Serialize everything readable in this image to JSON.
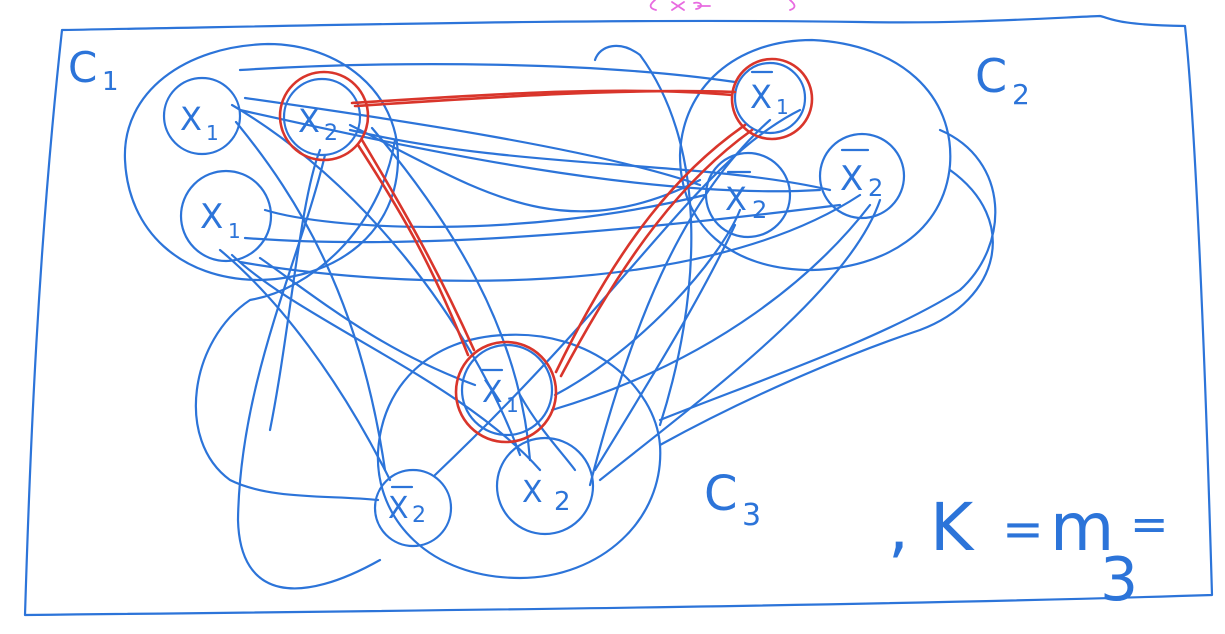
{
  "clusters": {
    "c1": {
      "label": "C",
      "sub": "1"
    },
    "c2": {
      "label": "C",
      "sub": "2"
    },
    "c3": {
      "label": "C",
      "sub": "3"
    }
  },
  "vertices": {
    "c1_top_left": {
      "var": "X",
      "sub": "1",
      "negated": false
    },
    "c1_top_right": {
      "var": "X",
      "sub": "2",
      "negated": false
    },
    "c1_bottom": {
      "var": "X",
      "sub": "1",
      "negated": false
    },
    "c2_top": {
      "var": "X",
      "sub": "1",
      "negated": true
    },
    "c2_left": {
      "var": "X",
      "sub": "2",
      "negated": true
    },
    "c2_right": {
      "var": "X",
      "sub": "2",
      "negated": true
    },
    "c3_top": {
      "var": "X",
      "sub": "1",
      "negated": true
    },
    "c3_left": {
      "var": "X",
      "sub": "2",
      "negated": true
    },
    "c3_right": {
      "var": "X",
      "sub": "2",
      "negated": false
    }
  },
  "equation": {
    "lhs": ", K",
    "eq": "=",
    "mid": "m",
    "eq2": "=",
    "value": "3"
  },
  "colors": {
    "graph": "#2c74d9",
    "clique": "#d9352b",
    "top_scribble": "#e86be0"
  }
}
